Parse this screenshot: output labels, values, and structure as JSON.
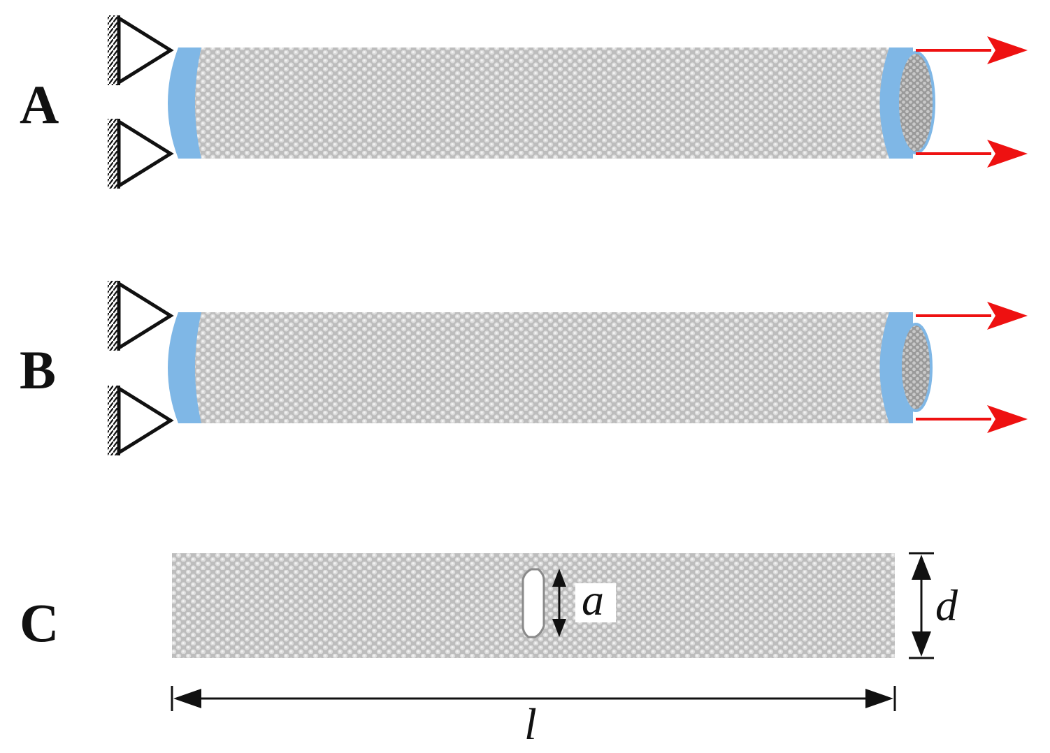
{
  "panels": [
    {
      "label": "A",
      "variant": "open-end-large"
    },
    {
      "label": "B",
      "variant": "open-end-small"
    },
    {
      "label": "C",
      "variant": "side-with-crack"
    }
  ],
  "dimensions": {
    "crack": "a",
    "diameter": "d",
    "length": "l"
  },
  "colors": {
    "tube_atoms": "#c8c8c8",
    "tube_outline": "#d6d6d6",
    "clamped_ends": "#7fb7e6",
    "load_arrows": "#ee1111",
    "supports": "#111111"
  },
  "icons": {
    "support": "pin-support-triangle-icon",
    "load": "tension-arrow-icon"
  }
}
